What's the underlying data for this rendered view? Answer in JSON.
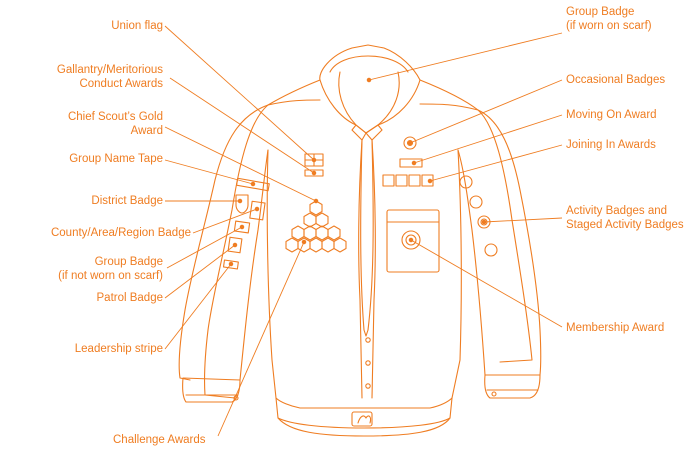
{
  "colors": {
    "accent": "#ef7d22",
    "background": "#ffffff"
  },
  "labels": {
    "union_flag": "Union flag",
    "gallantry_1": "Gallantry/Meritorious",
    "gallantry_2": "Conduct Awards",
    "chief_scout_1": "Chief Scout’s Gold",
    "chief_scout_2": "Award",
    "group_name_tape": "Group Name Tape",
    "district_badge": "District Badge",
    "county_badge": "County/Area/Region Badge",
    "group_badge_left_1": "Group Badge",
    "group_badge_left_2": "(if not worn on scarf)",
    "patrol_badge": "Patrol Badge",
    "leadership_stripe": "Leadership stripe",
    "challenge_awards": "Challenge Awards",
    "group_badge_right_1": "Group Badge",
    "group_badge_right_2": "(if worn on scarf)",
    "occasional_badges": "Occasional Badges",
    "moving_on_award": "Moving On Award",
    "joining_in_awards": "Joining In Awards",
    "activity_badges_1": "Activity Badges and",
    "activity_badges_2": "Staged Activity Badges",
    "membership_award": "Membership Award"
  }
}
